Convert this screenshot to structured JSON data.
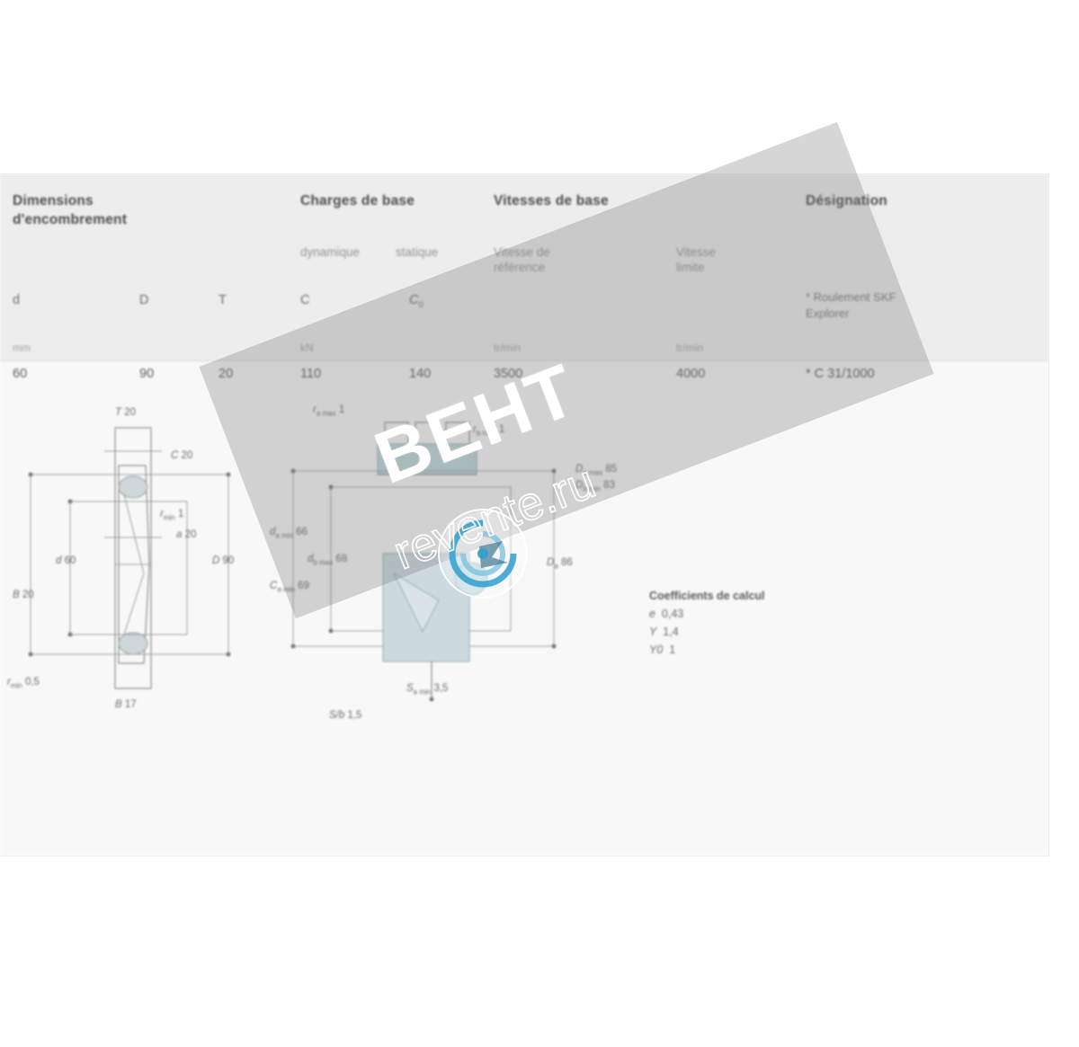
{
  "document": {
    "type": "scanned-catalog-page",
    "language": "fr",
    "background_color": "#ffffff",
    "panel_background": "#ffffff",
    "header_band_color": "#f2f2f2"
  },
  "table": {
    "groups": [
      {
        "id": "dimensions",
        "title": "Dimensions\nd'encombrement"
      },
      {
        "id": "charges",
        "title": "Charges de base"
      },
      {
        "id": "vitesses",
        "title": "Vitesses de base"
      },
      {
        "id": "designation",
        "title": "Désignation"
      }
    ],
    "subheaders": [
      {
        "id": "dyn",
        "label": "dynamique"
      },
      {
        "id": "stat",
        "label": "statique"
      },
      {
        "id": "ref",
        "label": "Vitesse de\nréférence"
      },
      {
        "id": "lim",
        "label": "Vitesse\nlimite"
      }
    ],
    "symbols": [
      {
        "id": "d",
        "text": "d"
      },
      {
        "id": "D",
        "text": "D"
      },
      {
        "id": "T",
        "text": "T"
      },
      {
        "id": "C",
        "text": "C"
      },
      {
        "id": "C0",
        "text": "C",
        "subscript": "0"
      }
    ],
    "units": [
      {
        "id": "mm",
        "label": "mm"
      },
      {
        "id": "kN",
        "label": "kN"
      },
      {
        "id": "trmin1",
        "label": "tr/min"
      },
      {
        "id": "trmin2",
        "label": "tr/min"
      }
    ],
    "row": {
      "d": "60",
      "D": "90",
      "T": "20",
      "C": "110",
      "C0": "140",
      "vitesse_reference": "3500",
      "vitesse_limite": "4000",
      "designation": "* C 31/1000"
    },
    "footnote": "* Roulement SKF\nExplorer"
  },
  "drawing_bearing": {
    "caption": "bearing-cross-section",
    "labels": [
      {
        "id": "T",
        "text": "T",
        "value": "20"
      },
      {
        "id": "C",
        "text": "C",
        "value": "20"
      },
      {
        "id": "r_min",
        "text": "r",
        "sub": "min",
        "value": "1"
      },
      {
        "id": "r1_min",
        "text": "r",
        "sub": "1 min",
        "value": "1"
      },
      {
        "id": "a",
        "text": "a",
        "value": "20"
      },
      {
        "id": "d",
        "text": "d",
        "value": "60"
      },
      {
        "id": "D",
        "text": "D",
        "value": "90"
      },
      {
        "id": "B",
        "text": "B",
        "value": "20"
      },
      {
        "id": "r2_min",
        "text": "r",
        "sub": "min",
        "value": "0,5"
      },
      {
        "id": "Bsub",
        "text": "B",
        "value": "17"
      }
    ]
  },
  "drawing_abutment": {
    "caption": "abutment-dimensions",
    "labels": [
      {
        "id": "ra_max",
        "text": "r",
        "sub": "a max",
        "value": "1"
      },
      {
        "id": "rb_max",
        "text": "r",
        "sub": "b max",
        "value": "1"
      },
      {
        "id": "Da_max",
        "text": "D",
        "sub": "a max",
        "value": "85"
      },
      {
        "id": "Db_min",
        "text": "D",
        "sub": "b min",
        "value": "83"
      },
      {
        "id": "da_min",
        "text": "d",
        "sub": "a min",
        "value": "66"
      },
      {
        "id": "db_max",
        "text": "d",
        "sub": "b max",
        "value": "68"
      },
      {
        "id": "Ca_min",
        "text": "C",
        "sub": "a min",
        "value": "69"
      },
      {
        "id": "Da",
        "text": "D",
        "sub": "a",
        "value": "86"
      },
      {
        "id": "Sa_min",
        "text": "S",
        "sub": "a min",
        "value": "3,5"
      },
      {
        "id": "bottom",
        "text": "S/b",
        "value": "1,5"
      }
    ]
  },
  "calc_coefficients": {
    "title": "Coefficients de calcul",
    "lines": [
      {
        "symbol": "e",
        "value": "0,43"
      },
      {
        "symbol": "Y",
        "value": "1,4"
      },
      {
        "symbol": "Y0",
        "value": "1"
      }
    ]
  },
  "watermark": {
    "main_text": "ВЕНТ",
    "url_text": "revente.ru",
    "band_color": "#787878",
    "text_color": "#ffffff",
    "logo_color": "#2f9fd0"
  }
}
